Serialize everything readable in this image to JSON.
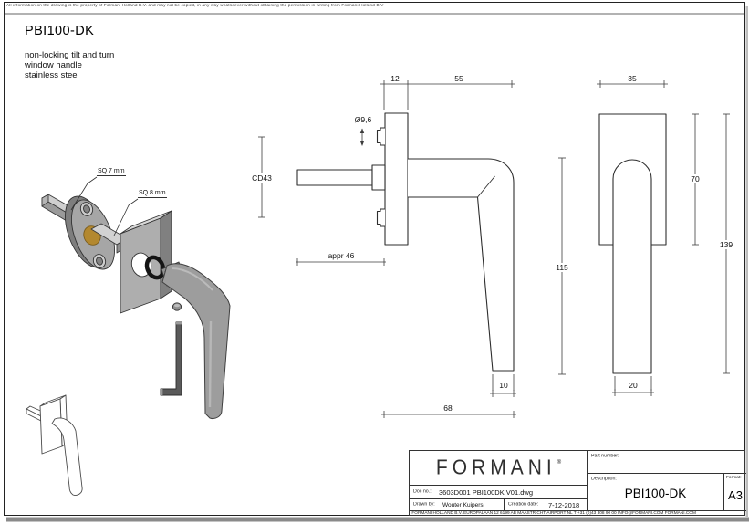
{
  "sheet": {
    "disclaimer": "All information on the drawing is the property of Formani Holland B.V. and may not be copied, in any way whatsoever without obtaining the permission in writing from Formani Holland B.V",
    "product": {
      "title": "PBI100-DK",
      "description_lines": [
        "non-locking tilt and turn",
        "window handle",
        "stainless steel"
      ]
    }
  },
  "exploded_view": {
    "labels": {
      "spindle_size": "SQ 7 mm",
      "shaft_size": "SQ 8 mm"
    }
  },
  "side_view": {
    "dims": {
      "rose_thickness": "12",
      "handle_reach": "55",
      "lug_diameter": "Ø9,6",
      "centre_distance": "CD43",
      "spindle_length": "appr 46",
      "handle_drop": "115",
      "grip_tip": "10",
      "overall_depth": "68"
    }
  },
  "front_view": {
    "dims": {
      "rose_width": "35",
      "rose_height": "70",
      "overall_height": "139",
      "grip_width": "20"
    }
  },
  "title_block": {
    "logo": "FORMANI",
    "logo_reg": "®",
    "part_number_label": "Part number:",
    "description_label": "Description:",
    "description_value": "PBI100-DK",
    "format_label": "Format:",
    "format_value": "A3",
    "doc_no_label": "Doc no.:",
    "doc_no_value": "3603D001 PBI100DK V01.dwg",
    "drawn_by_label": "Drawn by:",
    "drawn_by_value": "Wouter Kuipers",
    "creation_date_label": "Creation date:",
    "creation_date_value": "7-12-2018",
    "footer": "FORMANI HOLLAND B.V.  EUROPALAAN 12  6199 AB MAASTRICHT-AIRPORT NL  T +31 (0)43 308 90 00 INFO@FORMANI.COM FORMANI.COM"
  },
  "colors": {
    "line": "#2b2b2b",
    "metal_gray": "#9d9d9d",
    "metal_light": "#d6d6d6",
    "metal_dark": "#7e7e7e",
    "brass": "#b3882f",
    "oring": "#141414"
  }
}
